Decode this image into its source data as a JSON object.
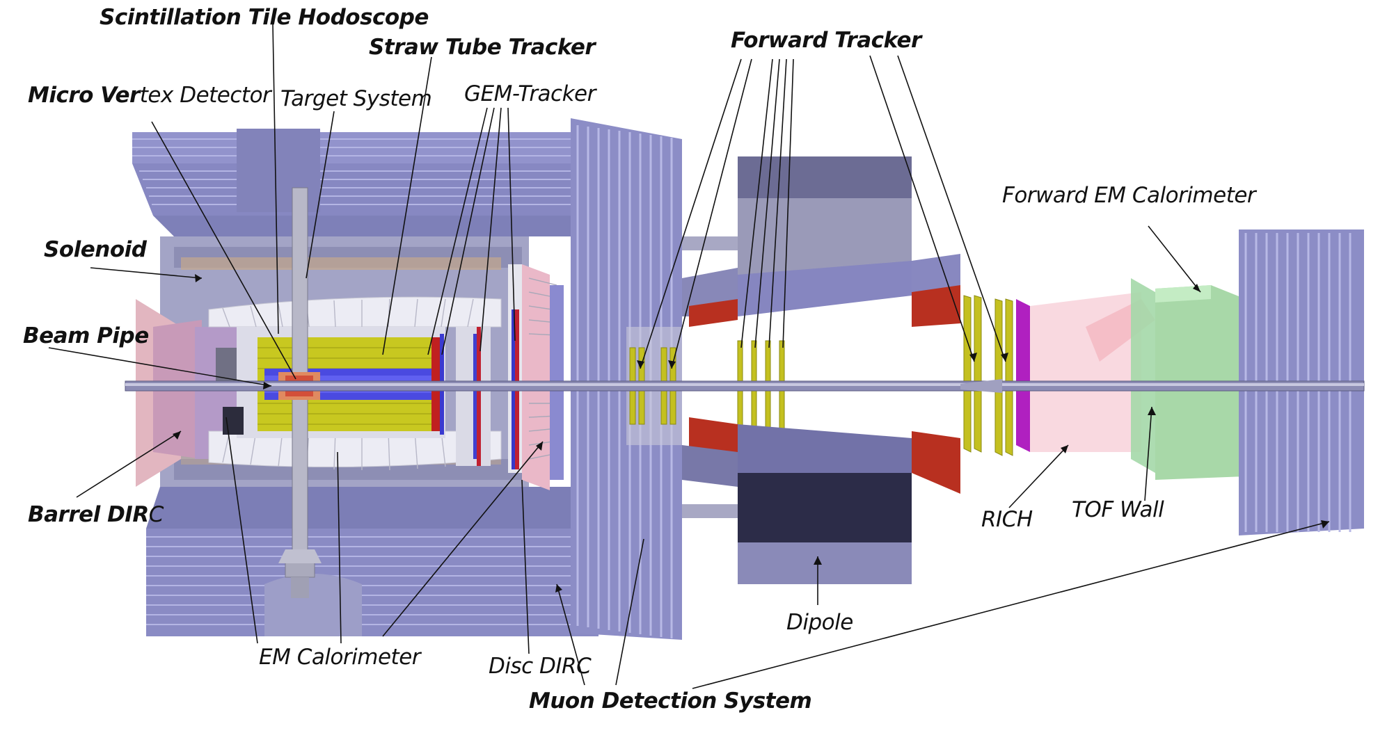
{
  "labels": {
    "scintillation_tile_hodoscope": "Scintillation Tile Hodoscope",
    "straw_tube_tracker": "Straw Tube Tracker",
    "micro_vertex_bold": "Micro Ver",
    "micro_vertex_rest": "tex Detector",
    "target_system": "Target System",
    "gem_tracker": "GEM-Tracker",
    "forward_tracker": "Forward Tracker",
    "forward_em_calorimeter": "Forward EM Calorimeter",
    "solenoid": "Solenoid",
    "beam_pipe": "Beam Pipe",
    "barrel_dirc_bold": "Barrel DIR",
    "barrel_dirc_rest": "C",
    "em_calorimeter": "EM Calorimeter",
    "disc_dirc": "Disc DIRC",
    "muon_detection_system": "Muon Detection System",
    "dipole": "Dipole",
    "rich": "RICH",
    "tof_wall": "TOF Wall"
  },
  "colors": {
    "iron_yoke": "#8f90c8",
    "iron_dark": "#6d6ea8",
    "solenoid_grey": "#a2a3c4",
    "straw_yellow": "#c4c420",
    "emc_white": "#e6e6ee",
    "dirc_pink": "#e8b4c4",
    "magnet_red": "#b83020",
    "dipole_top": "#9a9ab8",
    "dipole_dark": "#2c2c48",
    "rich_pink": "#f6c8d0",
    "rich_magenta": "#b020c0",
    "fwd_emc_green": "#a8d8a8",
    "tof_green": "#b4e0c0"
  }
}
